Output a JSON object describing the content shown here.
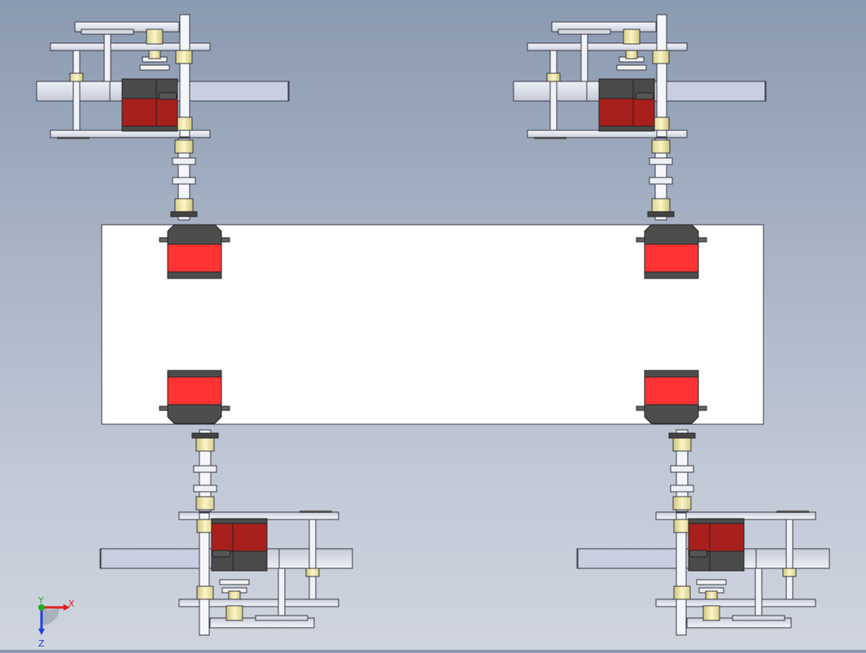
{
  "viewport": {
    "background_top": "#8a9ab0",
    "background_bottom": "#cfd4de",
    "model": "quadruped-robot-top-view"
  },
  "colors": {
    "chassis": "#ffffff",
    "servo_body": "#4a4a4a",
    "servo_band": "#ff3333",
    "servo_band_dark": "#a8201c",
    "bracket": "#e8ebf2",
    "bracket_edge": "#3a3a48",
    "shaft_metal": "#e9e4c0",
    "bearing": "#f6f0b4"
  },
  "triad": {
    "x_label": "X",
    "y_label": "Y",
    "z_label": "Z",
    "x_color": "#e02020",
    "y_color": "#20b020",
    "z_color": "#2040e0"
  }
}
